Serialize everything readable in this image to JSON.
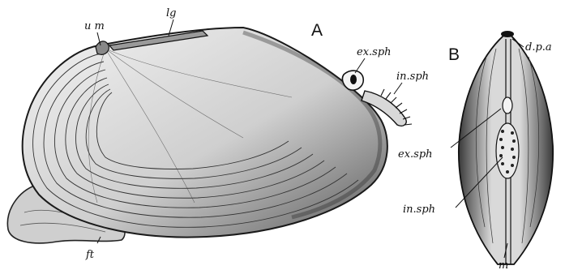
{
  "figure": {
    "panels": [
      {
        "id": "A",
        "label": "A"
      },
      {
        "id": "B",
        "label": "B"
      }
    ],
    "labels_a": {
      "um": "u m",
      "lg": "lg",
      "ex_sph": "ex.sph",
      "in_sph": "in.sph",
      "ft": "ft"
    },
    "labels_b": {
      "dpa": "d.p.a",
      "ex_sph": "ex.sph",
      "in_sph": "in.sph",
      "m": "m"
    },
    "colors": {
      "ink": "#111111",
      "shell_fill": "#e6e6e6",
      "background": "#ffffff"
    }
  }
}
